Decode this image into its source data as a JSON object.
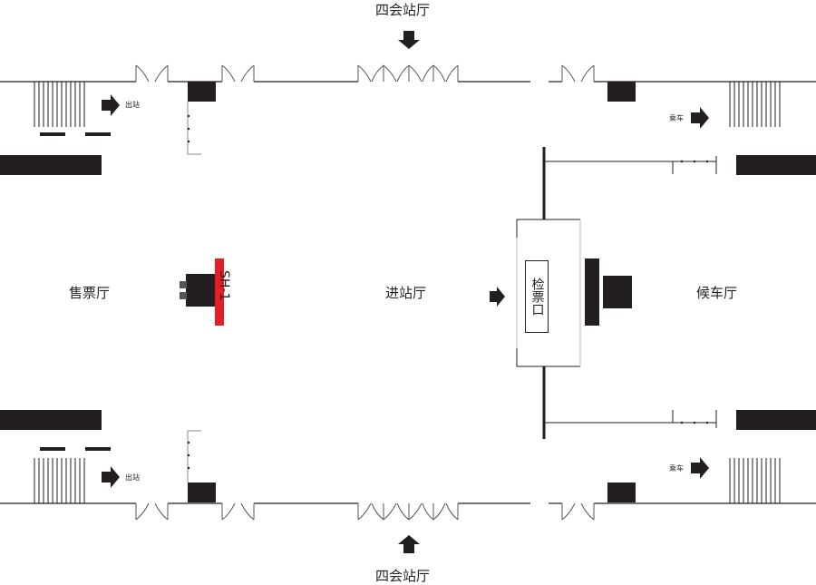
{
  "labels": {
    "top_hall": "四会站厅",
    "bottom_hall": "四会站厅",
    "ticket_hall": "售票厅",
    "entry_hall": "进站厅",
    "waiting_hall": "候车厅",
    "ticket_check": "检票口",
    "device": "SH-1",
    "exit_top": "出站",
    "exit_bottom": "出站",
    "board_top": "乘车",
    "board_bottom": "乘车"
  },
  "colors": {
    "wall": "#231f20",
    "line": "#231f20",
    "door_line": "#555555",
    "marker": "#e31e24",
    "background": "#ffffff"
  }
}
